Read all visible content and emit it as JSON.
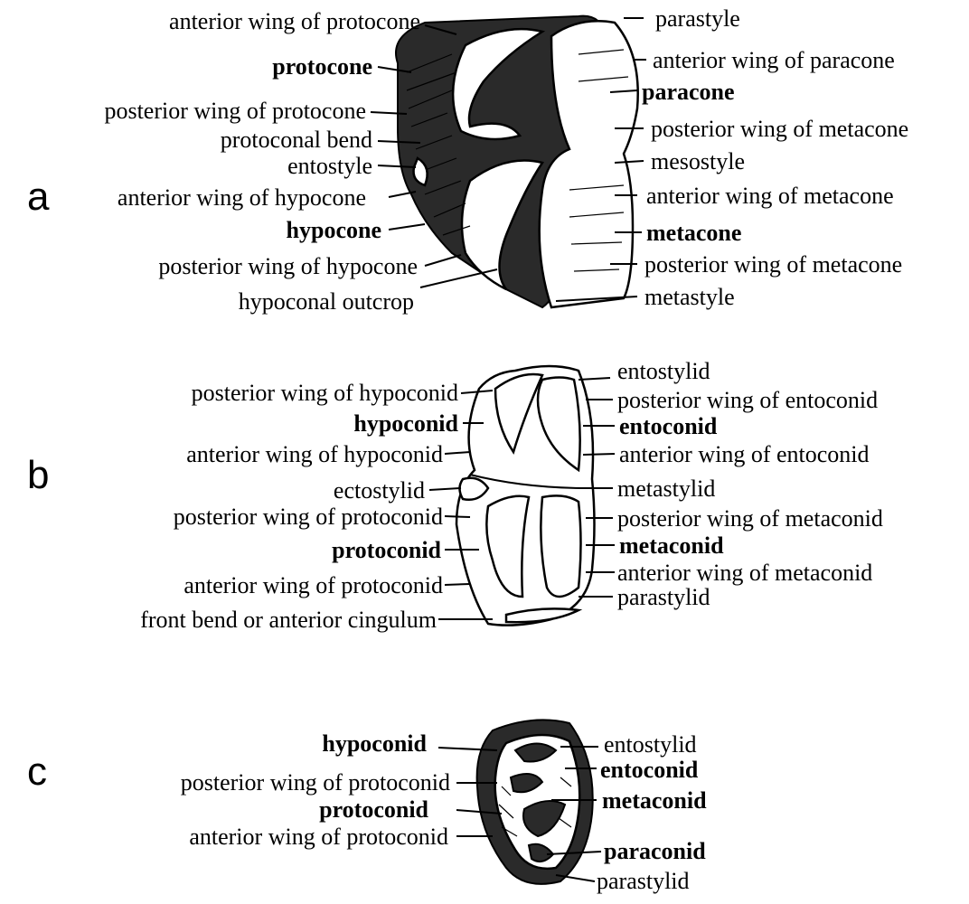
{
  "panels": {
    "a": {
      "letter": "a",
      "left_labels": [
        {
          "text": "anterior wing of protocone",
          "bold": false
        },
        {
          "text": "protocone",
          "bold": true
        },
        {
          "text": "posterior wing of protocone",
          "bold": false
        },
        {
          "text": "protoconal bend",
          "bold": false
        },
        {
          "text": "entostyle",
          "bold": false
        },
        {
          "text": "anterior wing of hypocone",
          "bold": false
        },
        {
          "text": "hypocone",
          "bold": true
        },
        {
          "text": "posterior wing of hypocone",
          "bold": false
        },
        {
          "text": "hypoconal outcrop",
          "bold": false
        }
      ],
      "right_labels": [
        {
          "text": "parastyle",
          "bold": false
        },
        {
          "text": "anterior wing of paracone",
          "bold": false
        },
        {
          "text": "paracone",
          "bold": true
        },
        {
          "text": "posterior wing of metacone",
          "bold": false
        },
        {
          "text": "mesostyle",
          "bold": false
        },
        {
          "text": "anterior wing of metacone",
          "bold": false
        },
        {
          "text": "metacone",
          "bold": true
        },
        {
          "text": "posterior wing of metacone",
          "bold": false
        },
        {
          "text": "metastyle",
          "bold": false
        }
      ]
    },
    "b": {
      "letter": "b",
      "left_labels": [
        {
          "text": "posterior wing of hypoconid",
          "bold": false
        },
        {
          "text": "hypoconid",
          "bold": true
        },
        {
          "text": "anterior wing of hypoconid",
          "bold": false
        },
        {
          "text": "ectostylid",
          "bold": false
        },
        {
          "text": "posterior wing of protoconid",
          "bold": false
        },
        {
          "text": "protoconid",
          "bold": true
        },
        {
          "text": "anterior wing of protoconid",
          "bold": false
        },
        {
          "text": "front bend or anterior cingulum",
          "bold": false
        }
      ],
      "right_labels": [
        {
          "text": "entostylid",
          "bold": false
        },
        {
          "text": "posterior wing of entoconid",
          "bold": false
        },
        {
          "text": "entoconid",
          "bold": true
        },
        {
          "text": "anterior wing of entoconid",
          "bold": false
        },
        {
          "text": "metastylid",
          "bold": false
        },
        {
          "text": "posterior wing of metaconid",
          "bold": false
        },
        {
          "text": "metaconid",
          "bold": true
        },
        {
          "text": "anterior wing of metaconid",
          "bold": false
        },
        {
          "text": "parastylid",
          "bold": false
        }
      ]
    },
    "c": {
      "letter": "c",
      "left_labels": [
        {
          "text": "hypoconid",
          "bold": true
        },
        {
          "text": "posterior wing of protoconid",
          "bold": false
        },
        {
          "text": "protoconid",
          "bold": true
        },
        {
          "text": "anterior wing of protoconid",
          "bold": false
        }
      ],
      "right_labels": [
        {
          "text": "entostylid",
          "bold": false
        },
        {
          "text": "entoconid",
          "bold": true
        },
        {
          "text": "metaconid",
          "bold": true
        },
        {
          "text": "paraconid",
          "bold": true
        },
        {
          "text": "parastylid",
          "bold": false
        }
      ]
    }
  }
}
